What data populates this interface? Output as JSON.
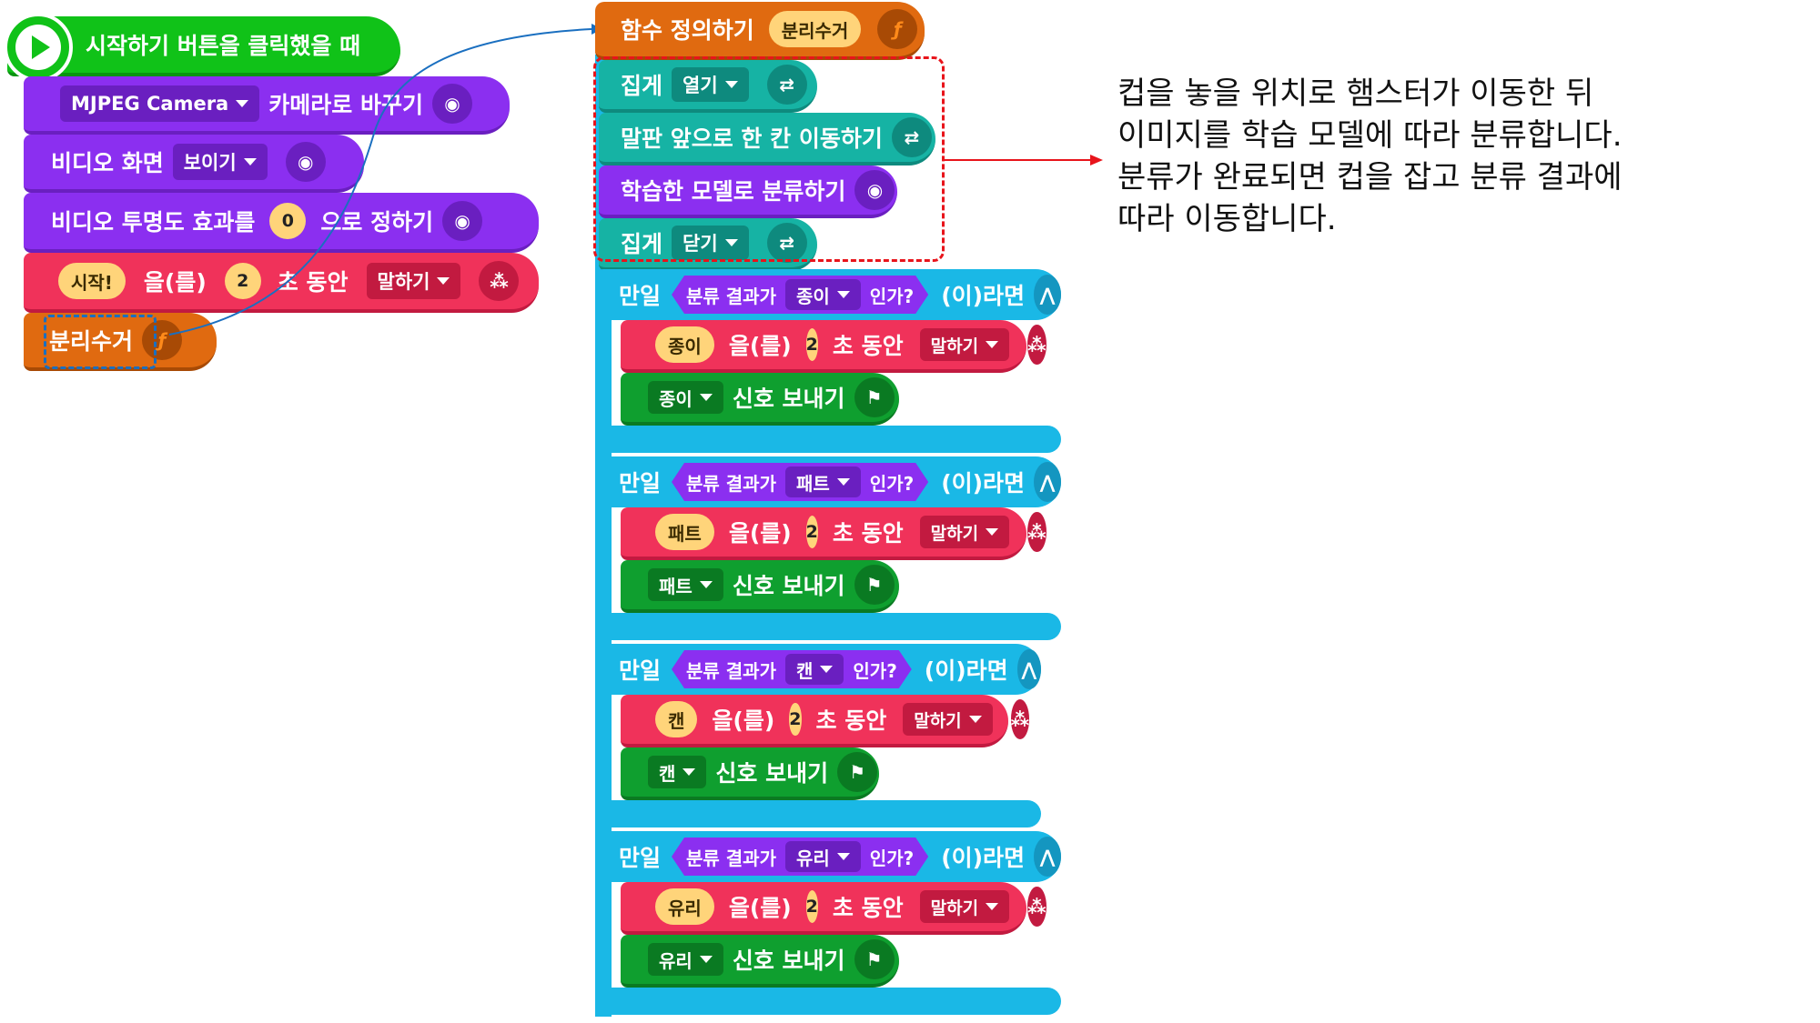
{
  "left": {
    "hat_label": "시작하기 버튼을 클릭했을 때",
    "camera_option": "MJPEG Camera",
    "camera_text": "카메라로 바꾸기",
    "video_label": "비디오 화면",
    "video_option": "보이기",
    "transp_label": "비디오 투명도 효과를",
    "transp_value": "0",
    "transp_suffix": "으로 정하기",
    "say_text": "시작!",
    "say_particle": "을(를)",
    "say_secs": "2",
    "say_unit": "초 동안",
    "say_mode": "말하기",
    "func_call": "분리수거",
    "icon_color": "#ff8a1a"
  },
  "func": {
    "def_label": "함수 정의하기",
    "def_name": "분리수거",
    "grip_label": "집게",
    "grip_open": "열기",
    "move_label": "말판 앞으로 한 칸 이동하기",
    "classify_label": "학습한 모델로 분류하기",
    "grip_close": "닫기"
  },
  "if_common": {
    "if_word": "만일",
    "cond_prefix": "분류 결과가",
    "cond_suffix": "인가?",
    "then": "(이)라면",
    "particle": "을(를)",
    "secs": "2",
    "unit": "초 동안",
    "mode": "말하기",
    "send": "신호 보내기"
  },
  "ifs": [
    {
      "item": "종이",
      "signal": "종이"
    },
    {
      "item": "패트",
      "signal": "패트"
    },
    {
      "item": "캔",
      "signal": "캔"
    },
    {
      "item": "유리",
      "signal": "유리"
    }
  ],
  "annotation": {
    "line1": "컵을 놓을 위치로 햄스터가 이동한 뒤",
    "line2": "이미지를 학습 모델에 따라 분류합니다.",
    "line3": "분류가 완료되면 컵을 잡고 분류 결과에",
    "line4": "따라 이동합니다."
  },
  "colors": {
    "purple": "#8b2ff0",
    "green": "#10c218",
    "orange": "#e06a10",
    "teal": "#16b3a4",
    "pink": "#f0325a",
    "cyan": "#1ab8e6",
    "highlight_red": "#e8141b",
    "highlight_blue": "#1a6fc0"
  }
}
